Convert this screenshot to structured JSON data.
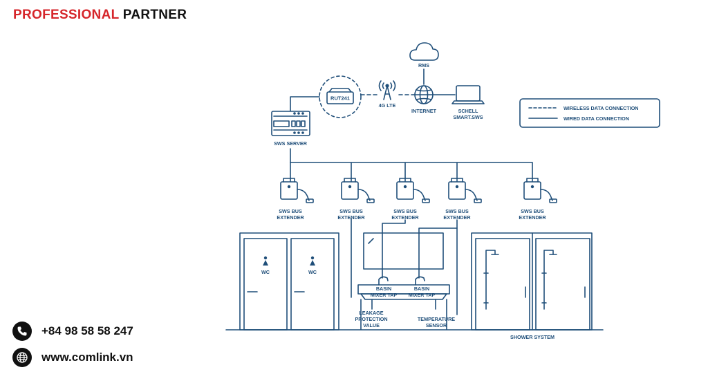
{
  "brand": {
    "word1": "PROFESSIONAL",
    "word2": "PARTNER"
  },
  "contact": {
    "phone": "+84 98 58 58 247",
    "website": "www.comlink.vn"
  },
  "diagram": {
    "rms": "RMS",
    "router": "RUT241",
    "lte": "4G LTE",
    "internet": "INTERNET",
    "schell_1": "SCHELL",
    "schell_2": "SMART.SWS",
    "server": "SWS SERVER",
    "legend": {
      "wireless": "WIRELESS DATA CONNECTION",
      "wired": "WIRED DATA CONNECTION"
    },
    "extender_1": "SWS BUS",
    "extender_2": "EXTENDER",
    "wc": "WC",
    "basin_1": "BASIN",
    "basin_2": "MIXER TAP",
    "leakage_1": "LEAKAGE",
    "leakage_2": "PROTECTION",
    "leakage_3": "VALUE",
    "temp_1": "TEMPERATURE",
    "temp_2": "SENSOR",
    "shower": "SHOWER SYSTEM"
  },
  "colors": {
    "line": "#1f4e79",
    "brand_red": "#d6262b",
    "dark": "#111111"
  }
}
